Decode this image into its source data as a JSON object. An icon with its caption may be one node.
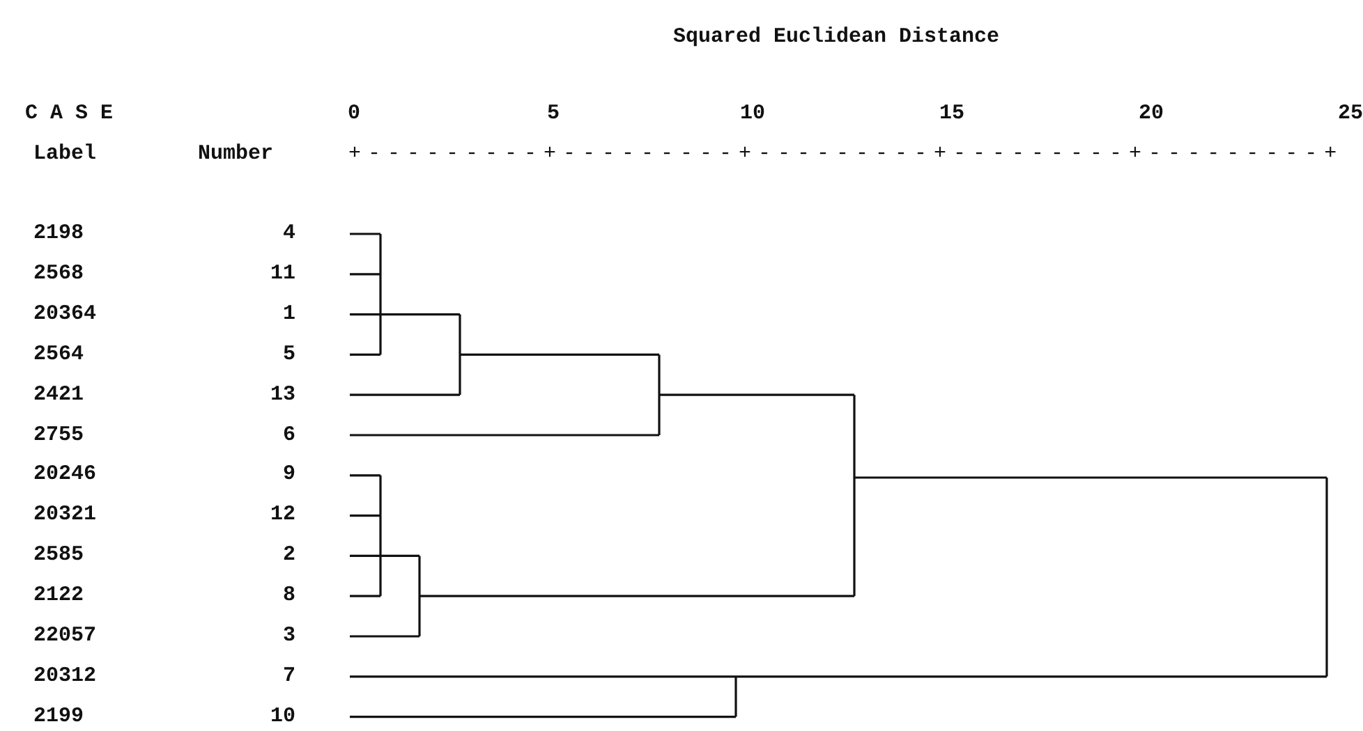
{
  "diagram": {
    "title": "Squared Euclidean Distance",
    "labels": [
      "C A S E",
      "0",
      "5",
      "10",
      "15",
      "20",
      "25",
      "Label",
      "Number",
      "+---------+---------+---------+---------+---------+",
      "2198",
      "4",
      "2568",
      "11",
      "20364",
      "1",
      "2564",
      "5",
      "2421",
      "13",
      "2755",
      "6",
      "20246",
      "9",
      "20321",
      "12",
      "2585",
      "2",
      "2122",
      "8",
      "22057",
      "3",
      "20312",
      "7",
      "2199",
      "10"
    ]
  }
}
